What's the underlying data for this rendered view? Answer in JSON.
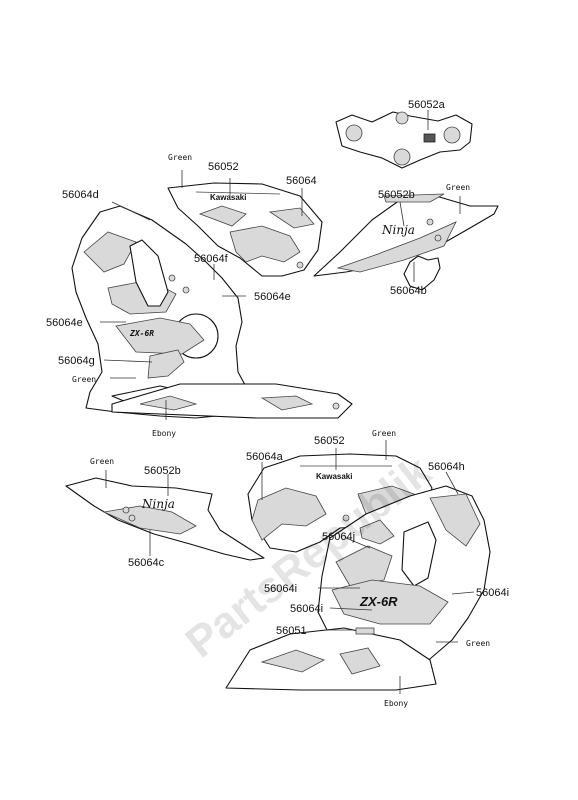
{
  "diagram": {
    "part_labels": {
      "p56052a": "56052a",
      "p56052_top": "56052",
      "p56064_top": "56064",
      "p56064d": "56064d",
      "p56052b_top": "56052b",
      "p56064f": "56064f",
      "p56064e_right": "56064e",
      "p56064b": "56064b",
      "p56064e_left": "56064e",
      "p56064g": "56064g",
      "p56052_bottom": "56052",
      "p56052b_bottom": "56052b",
      "p56064a": "56064a",
      "p56064h": "56064h",
      "p56064j": "56064j",
      "p56064c": "56064c",
      "p56064i_a": "56064i",
      "p56064i_right": "56064i",
      "p56064i_b": "56064i",
      "p56051": "56051"
    },
    "color_labels": {
      "green_1": "Green",
      "green_2": "Green",
      "green_3": "Green",
      "green_4": "Green",
      "green_5": "Green",
      "green_6": "Green",
      "ebony_1": "Ebony",
      "ebony_2": "Ebony"
    },
    "decal_text": {
      "kawasaki_1": "Kawasaki",
      "kawasaki_2": "Kawasaki",
      "ninja_1": "Ninja",
      "ninja_2": "Ninja",
      "model_1": "ZX-6R",
      "model_2": "ZX-6R"
    },
    "watermark": "PartsRepublik"
  }
}
